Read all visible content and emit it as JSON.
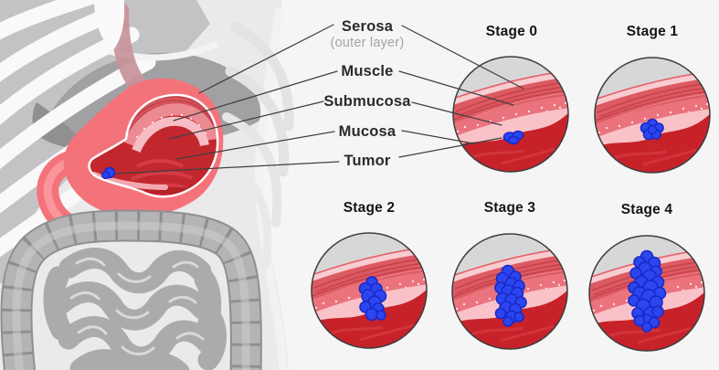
{
  "legend": {
    "items": [
      {
        "label": "Serosa",
        "sublabel": "(outer layer)"
      },
      {
        "label": "Muscle"
      },
      {
        "label": "Submucosa"
      },
      {
        "label": "Mucosa"
      },
      {
        "label": "Tumor"
      }
    ]
  },
  "stages": [
    {
      "label": "Stage 0"
    },
    {
      "label": "Stage 1"
    },
    {
      "label": "Stage 2"
    },
    {
      "label": "Stage 3"
    },
    {
      "label": "Stage 4"
    }
  ],
  "colors": {
    "background": "#f5f5f6",
    "tumor_blue": "#2b46ef",
    "tumor_outline": "#1929c9",
    "stomach_red": "#f4737a",
    "serosa_pink": "#f8cdd1",
    "muscle_red": "#dc5b63",
    "submucosa_pink": "#ea737d",
    "mucosa_pink": "#f9c2c8",
    "interior_red": "#c7222a",
    "outer_gray": "#d7d7d8",
    "line_color": "#404040",
    "label_text": "#2b2b2b",
    "sublabel_text": "#a4a4a6"
  }
}
